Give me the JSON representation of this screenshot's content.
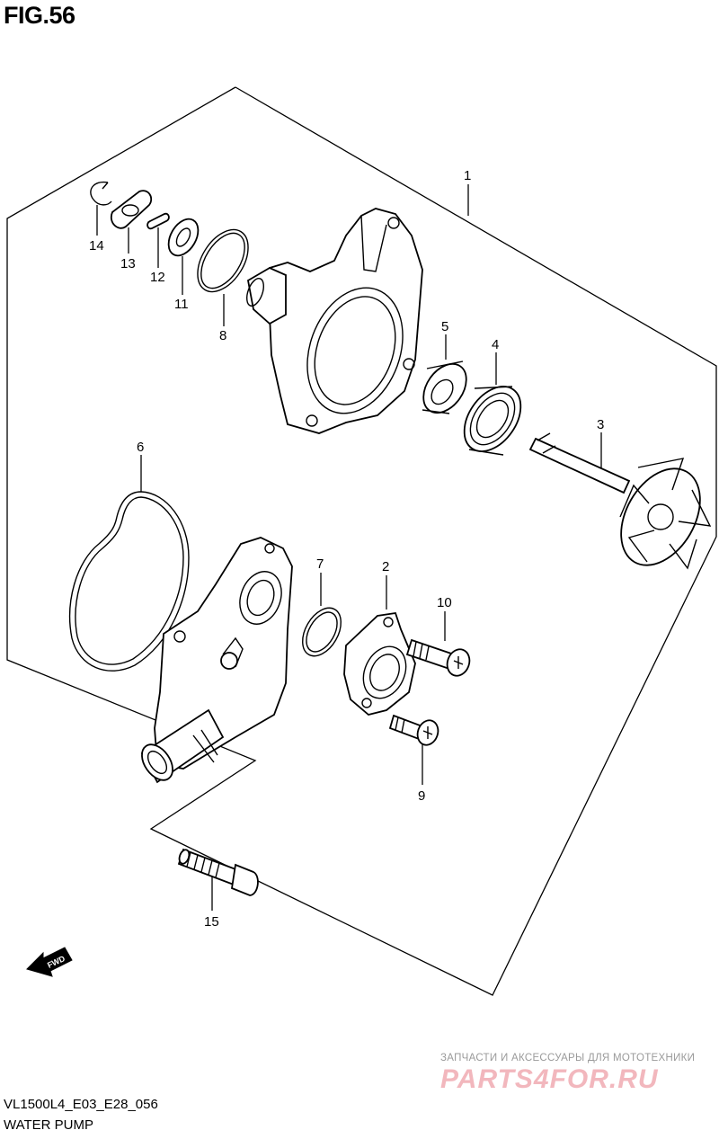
{
  "figure": {
    "title": "FIG.56"
  },
  "callouts": {
    "p1": "1",
    "p2": "2",
    "p3": "3",
    "p4": "4",
    "p5": "5",
    "p6": "6",
    "p7": "7",
    "p8": "8",
    "p9": "9",
    "p10": "10",
    "p11": "11",
    "p12": "12",
    "p13": "13",
    "p14": "14",
    "p15": "15"
  },
  "fwd_label": "FWD",
  "footer": {
    "code": "VL1500L4_E03_E28_056",
    "name": "WATER PUMP"
  },
  "watermark": {
    "tagline": "ЗАПЧАСТИ И АКСЕССУАРЫ ДЛЯ МОТОТЕХНИКИ",
    "logo": "PARTS4FOR.RU"
  }
}
